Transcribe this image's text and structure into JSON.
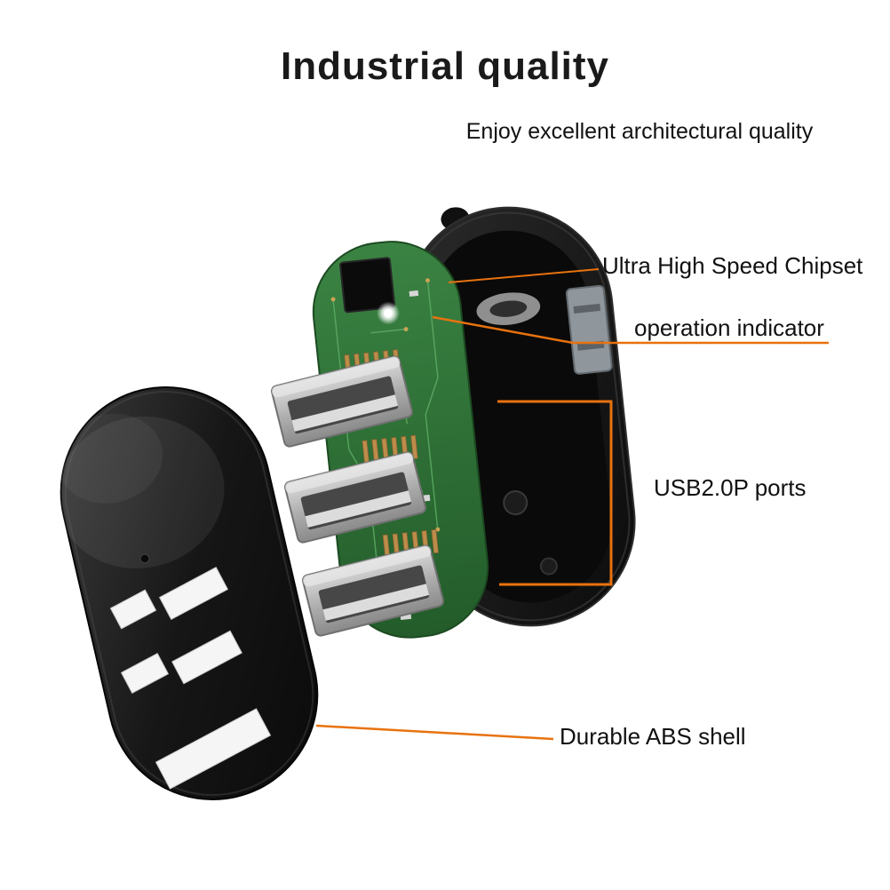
{
  "page": {
    "title": "Industrial quality",
    "subtitle": "Enjoy excellent architectural quality"
  },
  "callouts": {
    "chipset": {
      "label": "Ultra High Speed Chipset"
    },
    "indicator": {
      "label": "operation indicator"
    },
    "usb_ports": {
      "label": "USB2.0P ports"
    },
    "shell": {
      "label": "Durable ABS shell"
    }
  },
  "colors": {
    "accent_orange": "#e8720f",
    "background": "#ffffff",
    "text": "#141414",
    "pcb_green": "#2c6e34",
    "shell_black": "#141414",
    "usb_metal": "#b8b8b8",
    "pin_gold": "#bd8c4a"
  }
}
